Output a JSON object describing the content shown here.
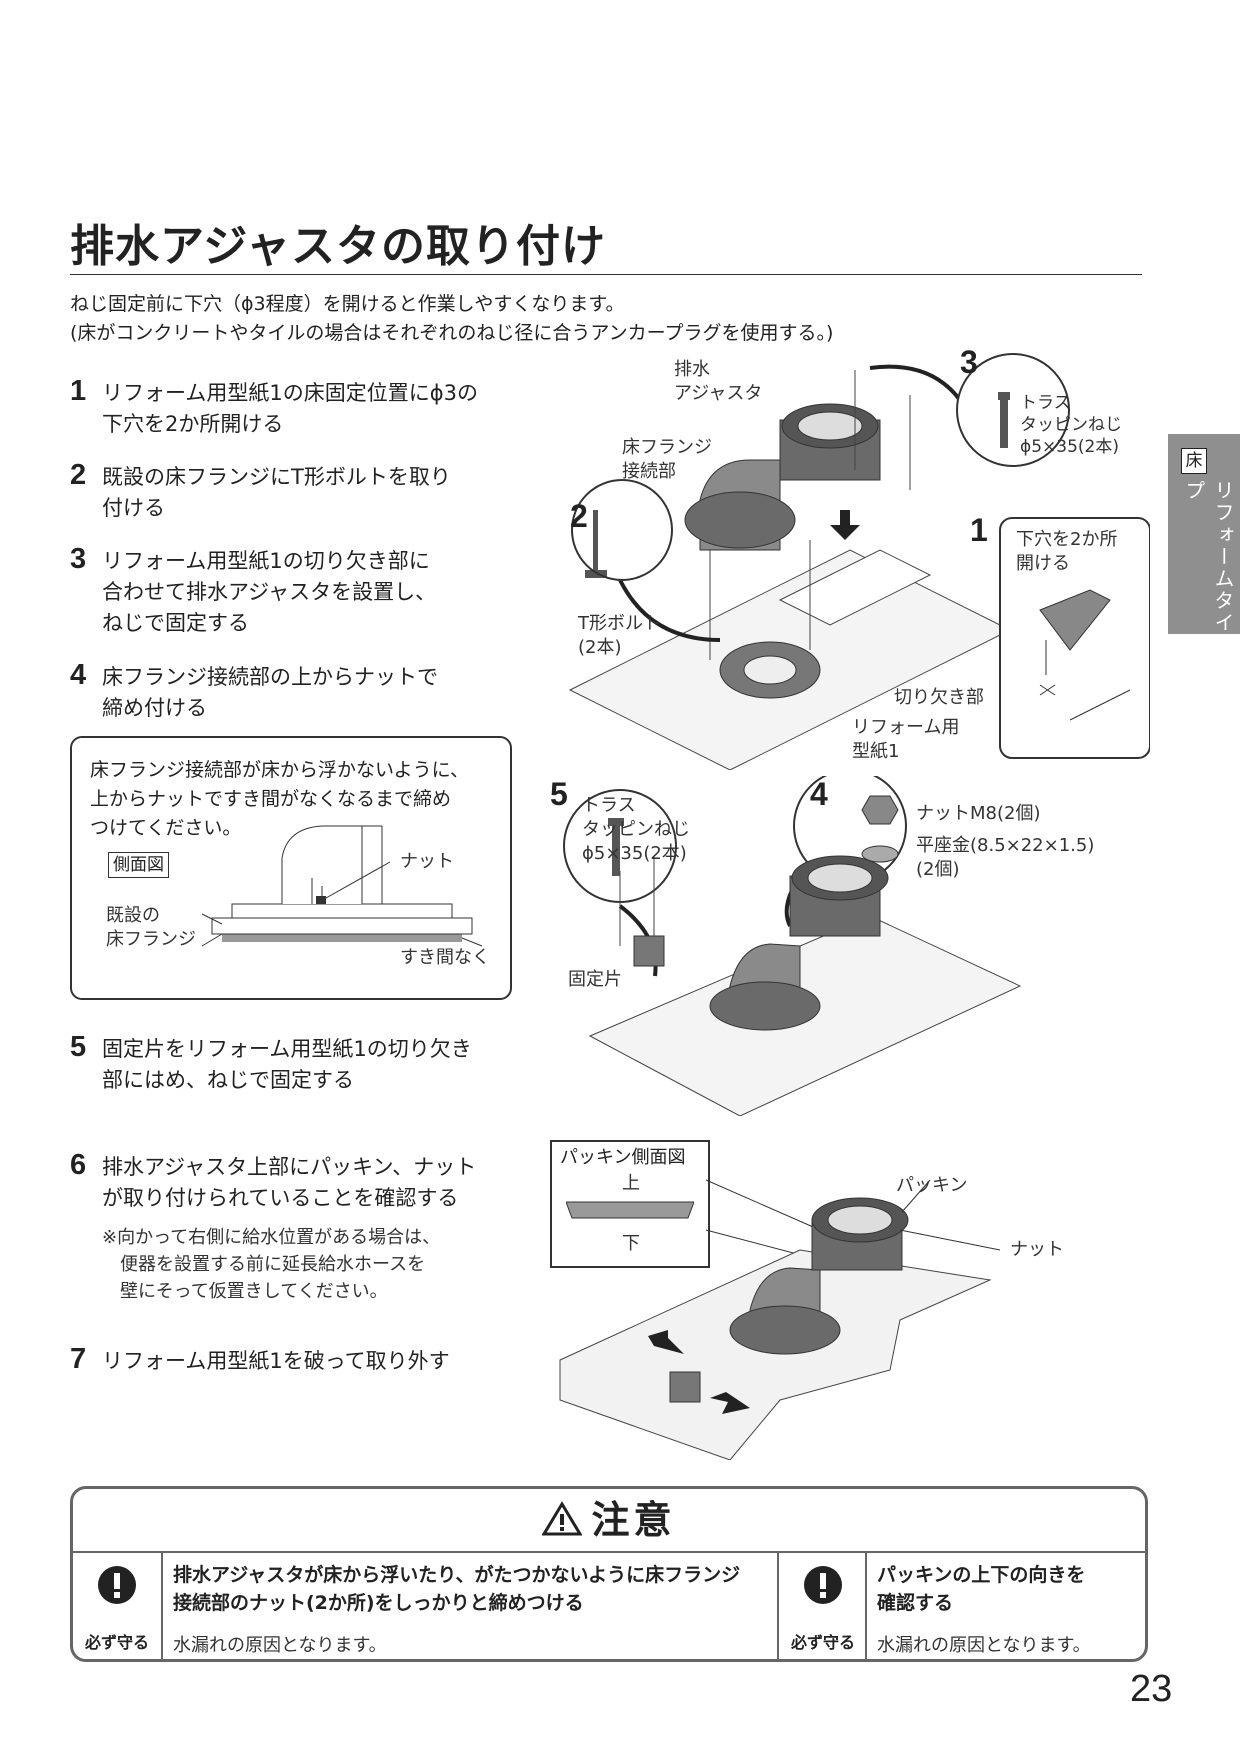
{
  "page": {
    "title": "排水アジャスタの取り付け",
    "intro": [
      "ねじ固定前に下穴（ϕ3程度）を開けると作業しやすくなります。",
      "(床がコンクリートやタイルの場合はそれぞれのねじ径に合うアンカープラグを使用する。)"
    ],
    "page_number": "23"
  },
  "side_tab": {
    "badge": "床",
    "label": "リフォームタイプ"
  },
  "steps": [
    {
      "num": "1",
      "text": "リフォーム用型紙1の床固定位置にϕ3の\n下穴を2か所開ける"
    },
    {
      "num": "2",
      "text": "既設の床フランジにT形ボルトを取り\n付ける"
    },
    {
      "num": "3",
      "text": "リフォーム用型紙1の切り欠き部に\n合わせて排水アジャスタを設置し、\nねじで固定する"
    },
    {
      "num": "4",
      "text": "床フランジ接続部の上からナットで\n締め付ける"
    },
    {
      "num": "5",
      "text": "固定片をリフォーム用型紙1の切り欠き\n部にはめ、ねじで固定する"
    },
    {
      "num": "6",
      "text": "排水アジャスタ上部にパッキン、ナット\nが取り付けられていることを確認する"
    },
    {
      "num": "7",
      "text": "リフォーム用型紙1を破って取り外す"
    }
  ],
  "step6_note": "※向かって右側に給水位置がある場合は、\n　便器を設置する前に延長給水ホースを\n　壁にそって仮置きしてください。",
  "tip_box": {
    "text": "床フランジ接続部が床から浮かないように、\n上からナットですき間がなくなるまで締め\nつけてください。",
    "diagram_title": "側面図",
    "labels": {
      "nut": "ナット",
      "flange": "既設の\n床フランジ",
      "gap": "すき間なく"
    }
  },
  "figure1": {
    "callouts": {
      "adjuster": "排水\nアジャスタ",
      "flange_joint": "床フランジ\n接続部",
      "t_bolt": "T形ボルト\n(2本)",
      "notch": "切り欠き部",
      "template": "リフォーム用\n型紙1",
      "screw": "トラス\nタッピンねじ\nϕ5×35(2本)",
      "pilot_hole": "下穴を2か所\n開ける"
    },
    "step_markers": [
      "1",
      "2",
      "3"
    ]
  },
  "figure2": {
    "callouts": {
      "screw": "トラス\nタッピンねじ\nϕ5×35(2本)",
      "nut": "ナットM8(2個)",
      "washer": "平座金(8.5×22×1.5)\n(2個)",
      "fixing_piece": "固定片"
    },
    "step_markers": [
      "4",
      "5"
    ]
  },
  "figure3": {
    "gasket_title": "パッキン側面図",
    "top": "上",
    "bottom": "下",
    "callouts": {
      "gasket": "パッキン",
      "nut": "ナット"
    }
  },
  "caution": {
    "heading": "注意",
    "items": [
      {
        "must_label": "必ず守る",
        "title": "排水アジャスタが床から浮いたり、がたつかないように床フランジ\n接続部のナット(2か所)をしっかりと締めつける",
        "body": "水漏れの原因となります。"
      },
      {
        "must_label": "必ず守る",
        "title": "パッキンの上下の向きを\n確認する",
        "body": "水漏れの原因となります。"
      }
    ]
  }
}
